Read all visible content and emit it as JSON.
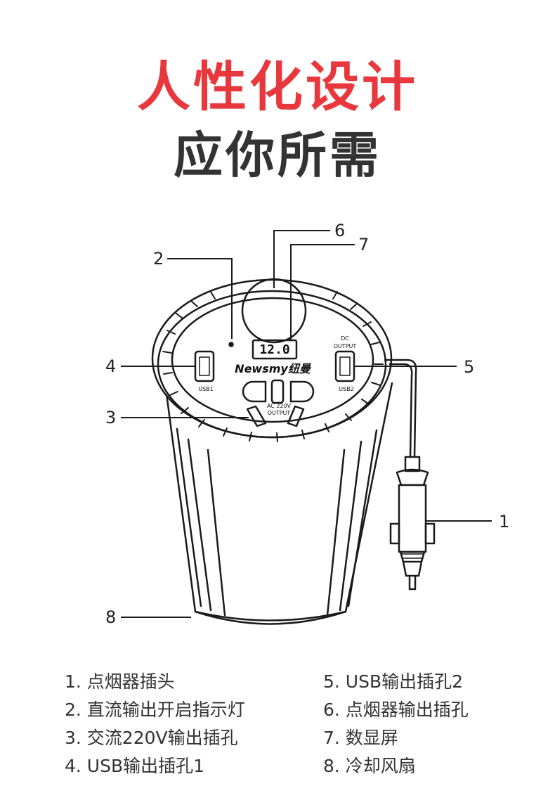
{
  "heading": {
    "line1": "人性化设计",
    "line2": "应你所需"
  },
  "device": {
    "display_value": "12.0",
    "brand": "Newsmy纽曼",
    "usb1_label": "USB1",
    "usb2_label": "USB2",
    "dc_output_label_1": "DC",
    "dc_output_label_2": "OUTPUT",
    "ac_output_label_1": "AC 220V",
    "ac_output_label_2": "OUTPUT"
  },
  "callouts": [
    "1",
    "2",
    "3",
    "4",
    "5",
    "6",
    "7",
    "8"
  ],
  "legend": {
    "left": [
      "1. 点烟器插头",
      "2. 直流输出开启指示灯",
      "3. 交流220V输出插孔",
      "4. USB输出插孔1"
    ],
    "right": [
      "5. USB输出插孔2",
      "6. 点烟器输出插孔",
      "7. 数显屏",
      "8. 冷却风扇"
    ]
  }
}
